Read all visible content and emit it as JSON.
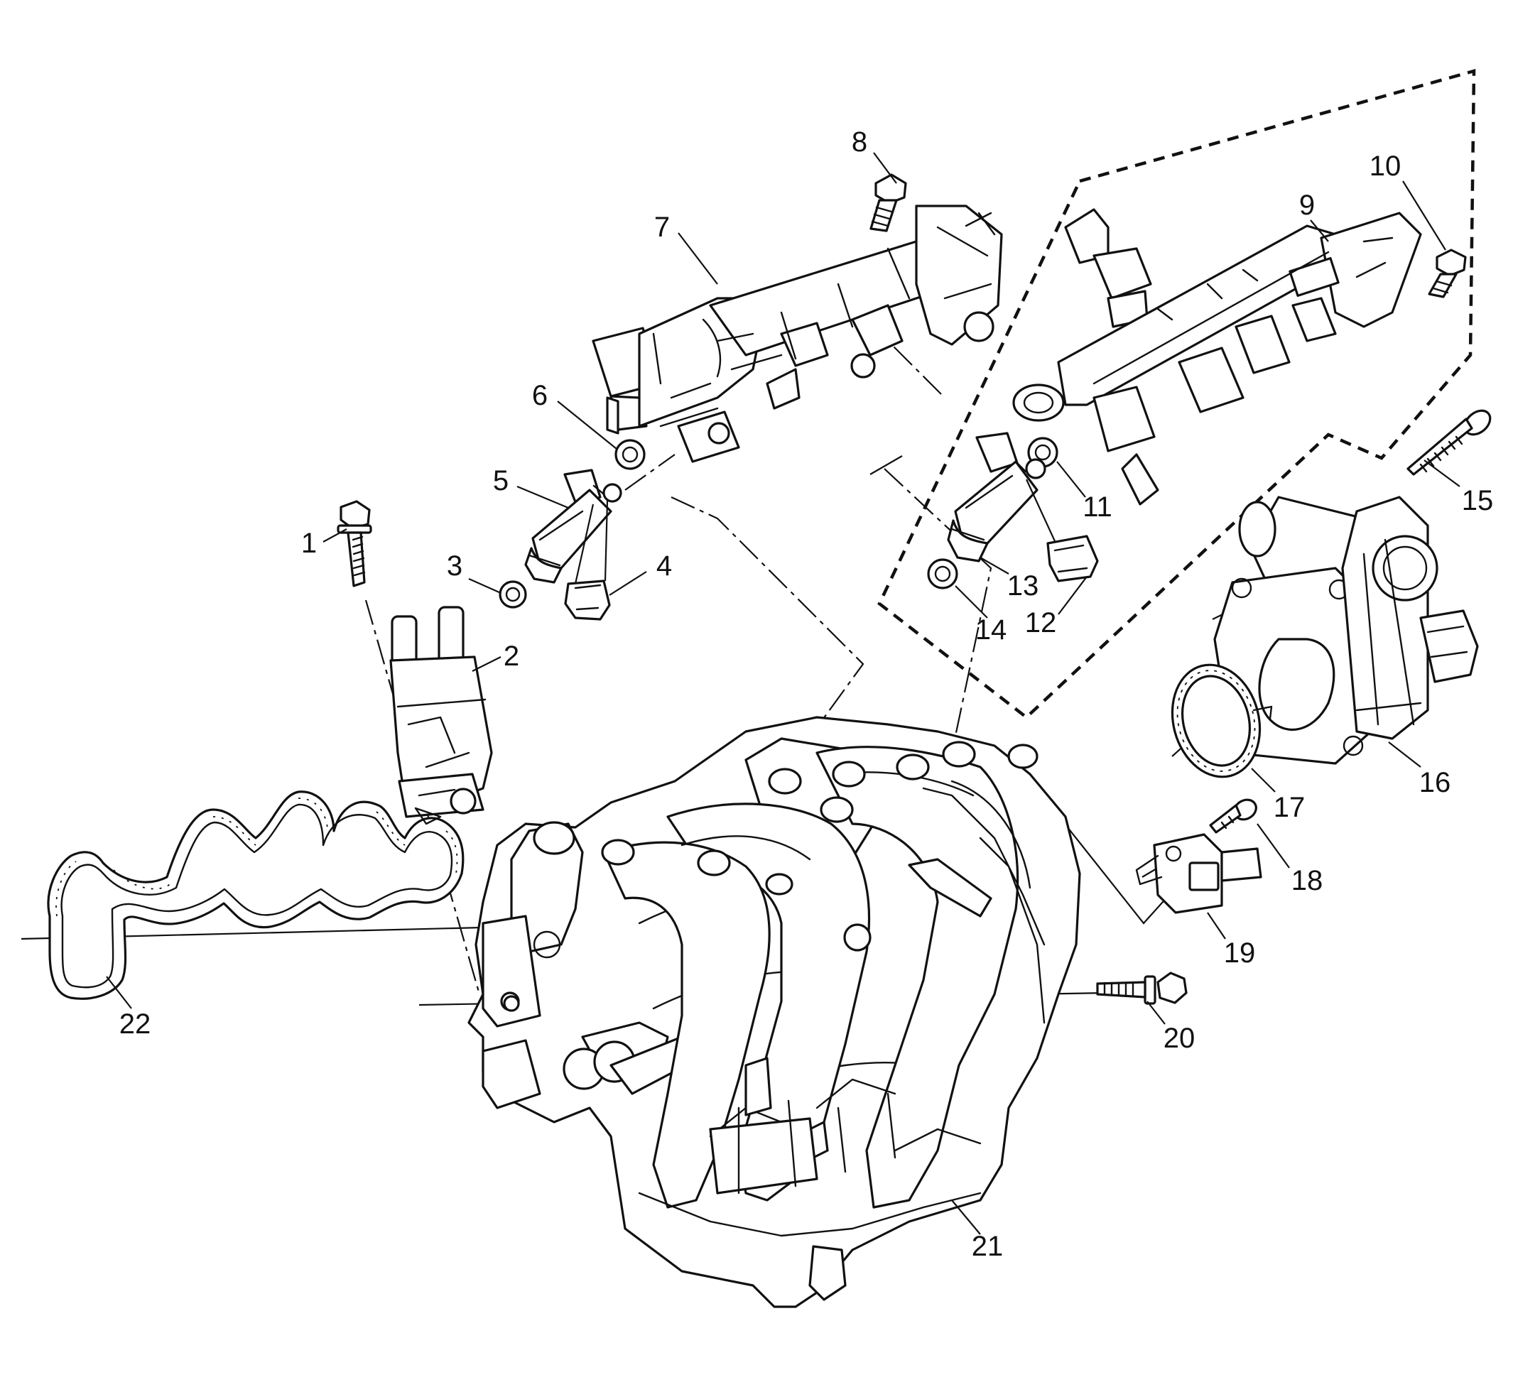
{
  "callouts": [
    "1",
    "2",
    "3",
    "4",
    "5",
    "6",
    "7",
    "8",
    "9",
    "10",
    "11",
    "12",
    "13",
    "14",
    "15",
    "16",
    "17",
    "18",
    "19",
    "20",
    "21",
    "22"
  ],
  "colors": {
    "line": "#111111",
    "background": "#ffffff"
  }
}
